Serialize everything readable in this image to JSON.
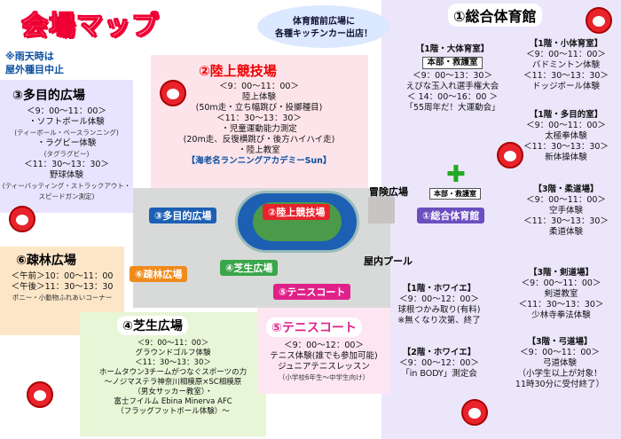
{
  "title": "会場マップ",
  "rain_note": [
    "※雨天時は",
    "屋外種目中止"
  ],
  "kitchen_note": [
    "体育館前広場に",
    "各種キッチンカー出店！"
  ],
  "gym": {
    "heading": "①総合体育館",
    "floor1_main": {
      "label": "【1階・大体育室】",
      "sub": "本部・救護室",
      "time1": "＜9：00～13：30＞",
      "line1": "えびな玉入れ選手権大会",
      "time2": "＜ 14：00～16：00 ＞",
      "line2": "「55周年だ！大運動会」"
    },
    "floor1_small": {
      "label": "【1階・小体育室】",
      "time": "＜9：00～11：00＞",
      "line1": "バドミントン体験",
      "time2": "＜11：30～13：30＞",
      "line2": "ドッジボール体験"
    },
    "floor1_multi": {
      "label": "【1階・多目的室】",
      "time": "＜9：00～11：00＞",
      "line1": "太極拳体験",
      "time2": "＜11：30～13：30＞",
      "line2": "新体操体験"
    },
    "floor3_judo": {
      "label": "【3階・柔道場】",
      "time": "＜9：00～11：00＞",
      "line1": "空手体験",
      "time2": "＜11：30～13：30＞",
      "line2": "柔道体験"
    },
    "floor3_kendo": {
      "label": "【3階・剣道場】",
      "time": "＜9：00～11：00＞",
      "line1": "剣道教室",
      "time2": "＜11：30～13：30＞",
      "line2": "少林寺拳法体験"
    },
    "floor3_archery": {
      "label": "【3階・弓道場】",
      "time": "＜9：00～11：00＞",
      "line1": "弓道体験",
      "line2": "（小学生以上が対象！",
      "line3": "11時30分に受付終了）"
    },
    "floor1_hall": {
      "label": "【1階・ホワイエ】",
      "time": "＜9：00～12：00＞",
      "line1": "球根つかみ取り(有料)",
      "line2": "※無くなり次第、終了"
    },
    "floor2_hall": {
      "label": "【2階・ホワイエ】",
      "time": "＜9：00～12：00＞",
      "line1": "「in BODY」測定会"
    }
  },
  "track": {
    "heading": "②陸上競技場",
    "lines": [
      "＜9：00～11：00＞",
      "陸上体験",
      "(50m走・立ち幅跳び・投擲種目)",
      "＜11：30～13：30＞",
      "・児童運動能力測定",
      "(20m走、反復横跳び・後方ハイハイ走)",
      "・陸上教室"
    ],
    "credit": "【海老名ランニングアカデミーSun】"
  },
  "multi": {
    "heading": "③多目的広場",
    "lines": [
      "＜9：00～11：00＞",
      "・ソフトボール体験",
      "(ティーボール・ベースランニング)",
      "・ラグビー体験",
      "(タグラグビー)",
      "＜11：30～13：30＞",
      "野球体験",
      "(ティーバッティング・ストラックアウト・",
      "スピードガン測定)"
    ]
  },
  "sparse": {
    "heading": "⑥疎林広場",
    "lines": [
      "＜午前＞10：00～11：00",
      "＜午後＞11：30～13：30",
      "ポニー・小動物ふれあいコーナー"
    ]
  },
  "lawn": {
    "heading": "④芝生広場",
    "lines": [
      "＜9：00～11：00＞",
      "グラウンドゴルフ体験",
      "＜11：30～13：30＞",
      "ホームタウン3チームがつなぐスポーツの力",
      "～ノジマステラ神奈川相模原×SC相模原",
      "（男女サッカー教室）・",
      "富士フイルム Ebina Minerva AFC",
      "（フラッグフットボール体験）～"
    ]
  },
  "tennis": {
    "heading": "⑤テニスコート",
    "lines": [
      "＜9：00～12：00＞",
      "テニス体験(誰でも参加可能)",
      "ジュニアテニスレッスン",
      "（小学校6年生～中学生向け）"
    ]
  },
  "map": {
    "label_multi": "③多目的広場",
    "label_track": "②陸上競技場",
    "label_gym": "①総合体育館",
    "label_sparse": "⑥疎林広場",
    "label_lawn": "④芝生広場",
    "label_tennis": "⑤テニスコート",
    "label_adventure": "冒険広場",
    "label_pool": "屋内プール",
    "label_hq": "本部・救護室"
  },
  "colors": {
    "red": "#e8232c",
    "blue": "#1d5fb3",
    "green": "#3aa64a",
    "orange": "#f08a1c",
    "pink": "#e0218a"
  }
}
